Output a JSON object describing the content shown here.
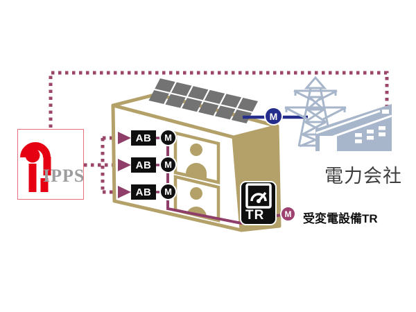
{
  "ipps": {
    "name": "IPPS"
  },
  "units": [
    {
      "breaker": "AB",
      "meter": "M"
    },
    {
      "breaker": "AB",
      "meter": "M"
    },
    {
      "breaker": "AB",
      "meter": "M"
    }
  ],
  "interconnection": {
    "meter": "M"
  },
  "transformer": {
    "label": "TR",
    "meter": "M"
  },
  "captions": {
    "power_company": "電力会社",
    "transformer_caption": "受変電設備TR"
  },
  "colors": {
    "maroon_line": "#8F3E69",
    "maroon_dots": "#9B4669",
    "navy_line": "#252D8C",
    "building_tan": "#B3A169",
    "solar_gray": "#737373",
    "utility_steel_blue": "#A7B6CA",
    "logo_red": "#E50012",
    "logo_gray": "#9D9DA0",
    "device_black": "#0F0F0F",
    "meter_magenta": "#9C4170"
  }
}
